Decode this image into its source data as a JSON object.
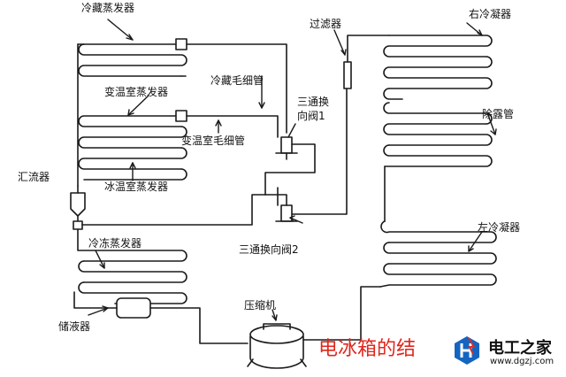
{
  "labels": {
    "cold_evaporator": "冷藏蒸发器",
    "cold_capillary": "冷藏毛细管",
    "three_way_valve_1_a": "三通换",
    "three_way_valve_1_b": "向阀1",
    "variable_evaporator": "变温室蒸发器",
    "variable_capillary": "变温室毛细管",
    "collector": "汇流器",
    "ice_evaporator": "冰温室蒸发器",
    "three_way_valve_2": "三通换向阀2",
    "freezer_evaporator": "冷冻蒸发器",
    "accumulator": "储液器",
    "compressor": "压缩机",
    "filter": "过滤器",
    "right_condenser": "右冷凝器",
    "anti_dew_pipe": "除露管",
    "left_condenser": "左冷凝器"
  },
  "caption": "电冰箱的结",
  "watermark": {
    "title": "电工之家",
    "url": "www.dgzj.com"
  },
  "colors": {
    "line": "#1a1a1a",
    "caption": "#e0261c",
    "logo_blue": "#1565c0",
    "logo_red": "#d32f2f"
  }
}
